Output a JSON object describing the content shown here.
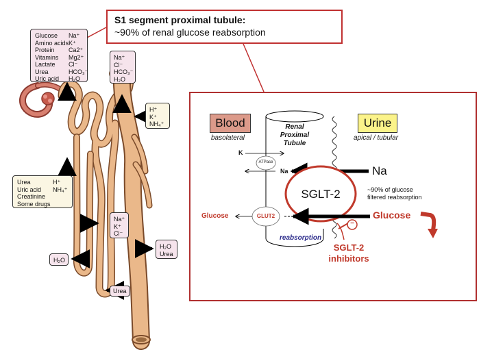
{
  "callout": {
    "title": "S1 segment proximal tubule:",
    "subtitle": "~90% of renal glucose reabsorption"
  },
  "boxes": {
    "filtered": {
      "left_col": [
        "Glucose",
        "Amino acids",
        "Protein",
        "Vitamins",
        "Lactate",
        "Urea",
        "Uric acid"
      ],
      "right_col": [
        "Na⁺",
        "K⁺",
        "Ca2⁺",
        "Mg2⁺",
        "Cl⁻",
        "HCO₃⁻",
        "H₂O"
      ]
    },
    "top_right": [
      "Na⁺",
      "Cl⁻",
      "HCO₃⁻",
      "H₂O"
    ],
    "secreted": [
      "H⁺",
      "K⁺",
      "NH₄⁺"
    ],
    "secreted_left": {
      "left_col": [
        "Urea",
        "Uric acid",
        "Creatinine",
        "Some drugs"
      ],
      "right_col": [
        "H⁺",
        "NH₄⁺"
      ]
    },
    "loop_ions": [
      "Na⁺",
      "K⁺",
      "Cl⁻"
    ],
    "collecting": [
      "H₂O",
      "Urea"
    ],
    "water_left": "H₂O",
    "urea_bottom": "Urea"
  },
  "panel": {
    "blood_label": "Blood",
    "blood_sub": "basolateral",
    "urine_label": "Urine",
    "urine_sub": "apical / tubular",
    "tubule_label": [
      "Renal",
      "Proximal",
      "Tubule"
    ],
    "k_label": "K",
    "atpase_label": "ATPase",
    "na_left": "Na",
    "na_right": "Na",
    "sglt2_label": "SGLT-2",
    "reabsorption_note": [
      "~90% of glucose",
      "filtered reabsorption"
    ],
    "glut2_label": "GLUT2",
    "glucose_left": "Glucose",
    "glucose_right": "Glucose",
    "reabsorption_label": "reabsorption",
    "inhibitor_symbol": "−",
    "inhibitors_label": [
      "SGLT-2",
      "inhibitors"
    ]
  },
  "colors": {
    "accent_red": "#c0392b",
    "blood_box": "#dc9a8a",
    "urine_box": "#fbf38a",
    "tubule_tan": "#e9b98a",
    "glucose_dark": "#8b1a1a",
    "reabsorption_blue": "#2a2a8a"
  }
}
